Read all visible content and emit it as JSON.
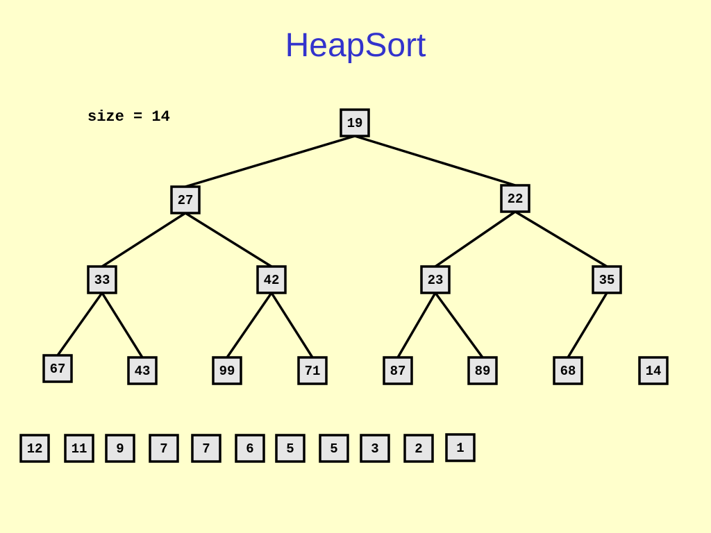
{
  "title": "HeapSort",
  "size_label": "size = 14",
  "heap": {
    "nodes": [
      "19",
      "27",
      "22",
      "33",
      "42",
      "23",
      "35",
      "67",
      "43",
      "99",
      "71",
      "87",
      "89",
      "68",
      "14"
    ],
    "edges": [
      [
        0,
        1
      ],
      [
        0,
        2
      ],
      [
        1,
        3
      ],
      [
        1,
        4
      ],
      [
        2,
        5
      ],
      [
        2,
        6
      ],
      [
        3,
        7
      ],
      [
        3,
        8
      ],
      [
        4,
        9
      ],
      [
        4,
        10
      ],
      [
        5,
        11
      ],
      [
        5,
        12
      ],
      [
        6,
        13
      ]
    ]
  },
  "sorted_array": [
    "12",
    "11",
    "9",
    "7",
    "7",
    "6",
    "5",
    "5",
    "3",
    "2",
    "1"
  ]
}
